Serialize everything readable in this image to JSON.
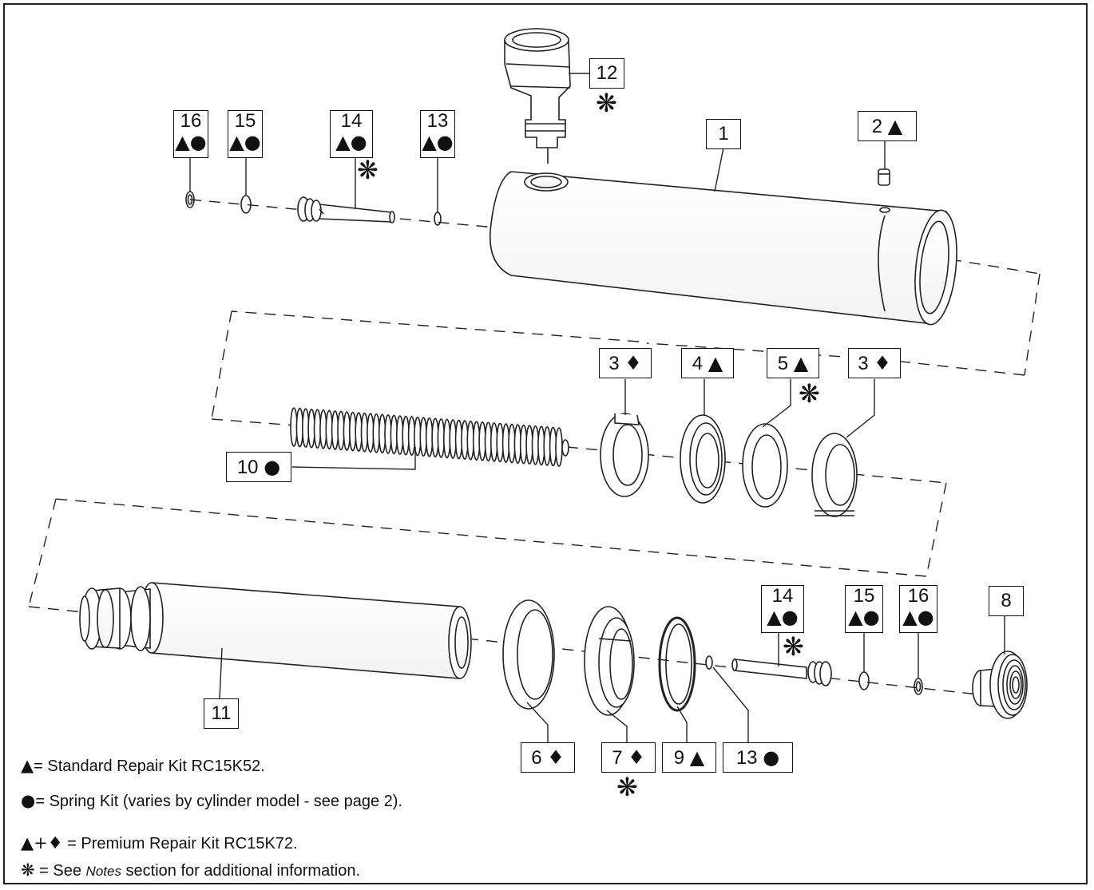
{
  "callouts": {
    "c1": {
      "num": "1",
      "sym": ""
    },
    "c2": {
      "num": "2",
      "sym": "▲"
    },
    "c3a": {
      "num": "3",
      "sym": "♦"
    },
    "c3b": {
      "num": "3",
      "sym": "♦"
    },
    "c4": {
      "num": "4",
      "sym": "▲"
    },
    "c5": {
      "num": "5",
      "sym": "▲"
    },
    "c6": {
      "num": "6",
      "sym": "♦"
    },
    "c7": {
      "num": "7",
      "sym": "♦"
    },
    "c8": {
      "num": "8",
      "sym": ""
    },
    "c9": {
      "num": "9",
      "sym": "▲"
    },
    "c10": {
      "num": "10",
      "sym": "●"
    },
    "c11": {
      "num": "11",
      "sym": ""
    },
    "c12": {
      "num": "12",
      "sym": ""
    },
    "c13a": {
      "num": "13",
      "sym": "▲●"
    },
    "c13b": {
      "num": "13",
      "sym": "●"
    },
    "c14a": {
      "num": "14",
      "sym": "▲●"
    },
    "c14b": {
      "num": "14",
      "sym": "▲●"
    },
    "c15a": {
      "num": "15",
      "sym": "▲●"
    },
    "c15b": {
      "num": "15",
      "sym": "▲●"
    },
    "c16a": {
      "num": "16",
      "sym": "▲●"
    },
    "c16b": {
      "num": "16",
      "sym": "▲●"
    }
  },
  "asterisk": "❋",
  "legend": {
    "triangle_sym": "▲",
    "triangle_text": "= Standard Repair Kit RC15K52.",
    "circle_sym": "●",
    "circle_text": "= Spring Kit (varies by cylinder model - see page 2).",
    "premium_sym": "▲+♦",
    "premium_text": " =  Premium Repair Kit RC15K72.",
    "notes_sym": "❋",
    "notes_pre": " = See ",
    "notes_em": "Notes",
    "notes_post": " section for additional information."
  }
}
